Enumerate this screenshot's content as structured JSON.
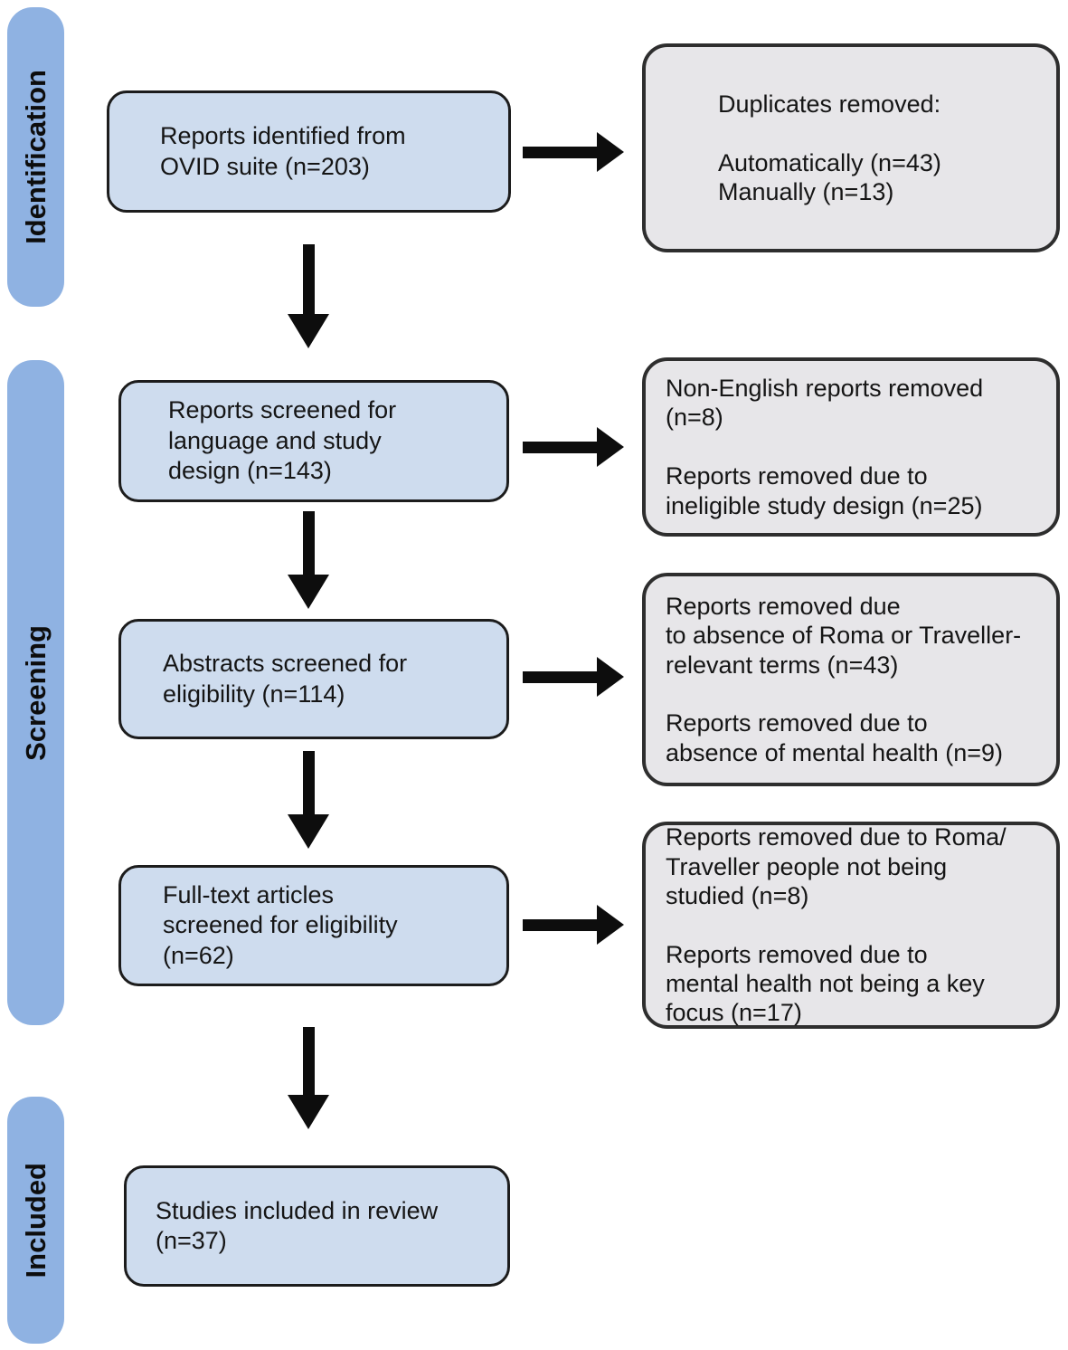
{
  "stages": [
    {
      "label": "Identification"
    },
    {
      "label": "Screening"
    },
    {
      "label": "Included"
    }
  ],
  "flow_boxes": [
    {
      "text": "Reports identified from\nOVID suite (n=203)"
    },
    {
      "text": "Reports screened for\nlanguage and study\ndesign (n=143)"
    },
    {
      "text": "Abstracts screened for\neligibility (n=114)"
    },
    {
      "text": "Full-text articles\nscreened for eligibility\n(n=62)"
    },
    {
      "text": "Studies included in review\n(n=37)"
    }
  ],
  "exclusion_boxes": [
    {
      "text": "Duplicates removed:\n\nAutomatically (n=43)\nManually (n=13)"
    },
    {
      "text": "Non-English reports removed\n(n=8)\n\nReports removed due to\nineligible study design (n=25)"
    },
    {
      "text": "Reports removed due\nto absence of Roma or Traveller-\nrelevant terms (n=43)\n\nReports removed due to\nabsence of mental health (n=9)"
    },
    {
      "text": "Reports removed due to Roma/\nTraveller people not being\nstudied (n=8)\n\nReports removed due to\nmental health not being a key\nfocus (n=17)"
    }
  ],
  "colors": {
    "stage_fill": "#8fb2e2",
    "flow_box_fill": "#cedcee",
    "exclusion_box_fill": "#e7e6e9",
    "border": "#1c1c1c",
    "arrow": "#0d0d0d",
    "text": "#151515"
  }
}
